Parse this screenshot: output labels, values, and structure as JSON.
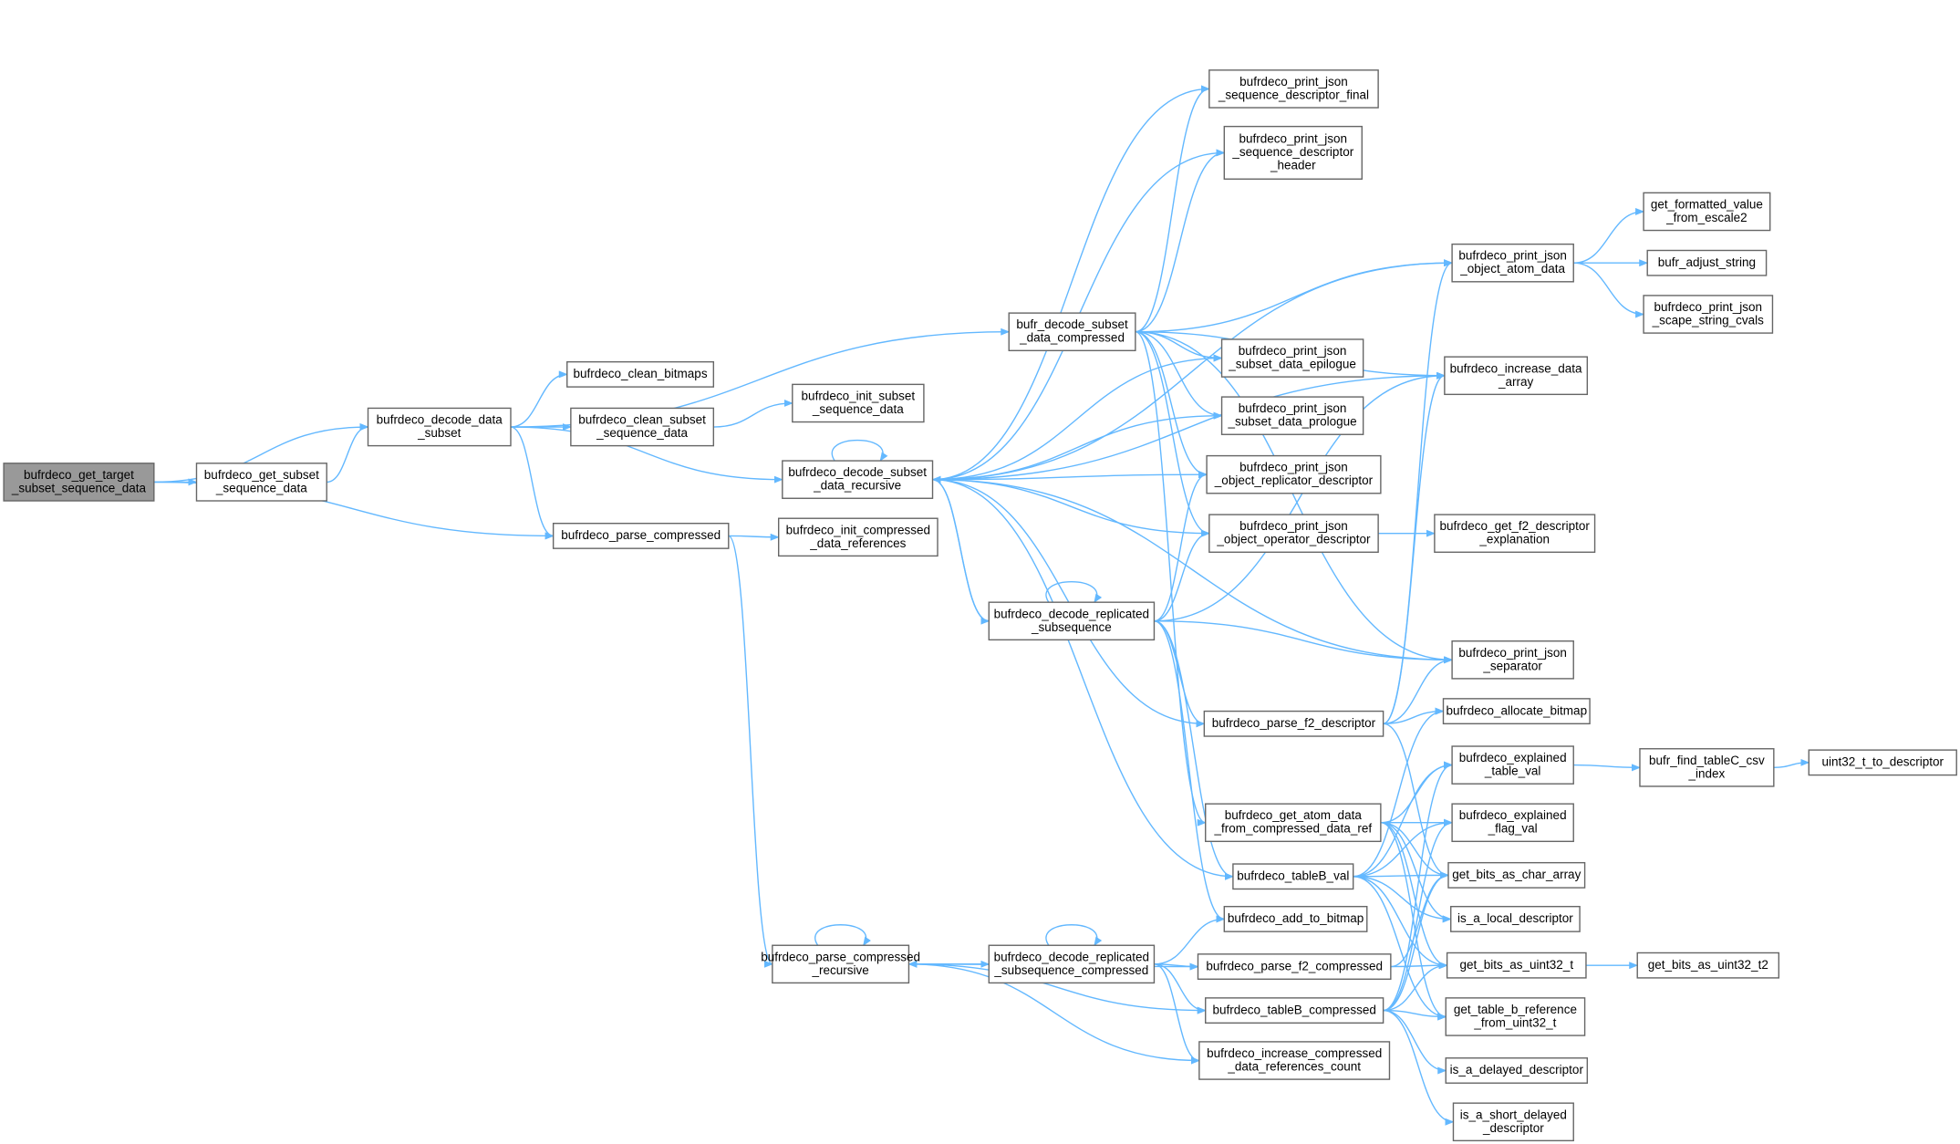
{
  "colors": {
    "edge": "#63b8ff",
    "node_border": "#666666",
    "root_fill": "#999999",
    "node_fill": "#ffffff"
  },
  "nodes": [
    {
      "id": "root",
      "lines": [
        "bufrdeco_get_target",
        "_subset_sequence_data"
      ],
      "root": true
    },
    {
      "id": "get_subset_seq",
      "lines": [
        "bufrdeco_get_subset",
        "_sequence_data"
      ]
    },
    {
      "id": "decode_data_subset",
      "lines": [
        "bufrdeco_decode_data",
        "_subset"
      ]
    },
    {
      "id": "clean_bitmaps",
      "lines": [
        "bufrdeco_clean_bitmaps"
      ]
    },
    {
      "id": "clean_subset_seq",
      "lines": [
        "bufrdeco_clean_subset",
        "_sequence_data"
      ]
    },
    {
      "id": "init_subset_seq",
      "lines": [
        "bufrdeco_init_subset",
        "_sequence_data"
      ]
    },
    {
      "id": "parse_compressed",
      "lines": [
        "bufrdeco_parse_compressed"
      ]
    },
    {
      "id": "init_compressed_refs",
      "lines": [
        "bufrdeco_init_compressed",
        "_data_references"
      ]
    },
    {
      "id": "decode_subset_compressed",
      "lines": [
        "bufr_decode_subset",
        "_data_compressed"
      ]
    },
    {
      "id": "decode_subset_recursive",
      "lines": [
        "bufrdeco_decode_subset",
        "_data_recursive"
      ]
    },
    {
      "id": "decode_replicated",
      "lines": [
        "bufrdeco_decode_replicated",
        "_subsequence"
      ]
    },
    {
      "id": "parse_compressed_recursive",
      "lines": [
        "bufrdeco_parse_compressed",
        "_recursive"
      ]
    },
    {
      "id": "decode_replicated_compressed",
      "lines": [
        "bufrdeco_decode_replicated",
        "_subsequence_compressed"
      ]
    },
    {
      "id": "pj_seq_final",
      "lines": [
        "bufrdeco_print_json",
        "_sequence_descriptor_final"
      ]
    },
    {
      "id": "pj_seq_header",
      "lines": [
        "bufrdeco_print_json",
        "_sequence_descriptor",
        "_header"
      ]
    },
    {
      "id": "pj_epilogue",
      "lines": [
        "bufrdeco_print_json",
        "_subset_data_epilogue"
      ]
    },
    {
      "id": "pj_prologue",
      "lines": [
        "bufrdeco_print_json",
        "_subset_data_prologue"
      ]
    },
    {
      "id": "pj_replicator",
      "lines": [
        "bufrdeco_print_json",
        "_object_replicator_descriptor"
      ]
    },
    {
      "id": "pj_operator",
      "lines": [
        "bufrdeco_print_json",
        "_object_operator_descriptor"
      ]
    },
    {
      "id": "parse_f2",
      "lines": [
        "bufrdeco_parse_f2_descriptor"
      ]
    },
    {
      "id": "get_atom_compressed",
      "lines": [
        "bufrdeco_get_atom_data",
        "_from_compressed_data_ref"
      ]
    },
    {
      "id": "tableB_val",
      "lines": [
        "bufrdeco_tableB_val"
      ]
    },
    {
      "id": "add_to_bitmap",
      "lines": [
        "bufrdeco_add_to_bitmap"
      ]
    },
    {
      "id": "parse_f2_compressed",
      "lines": [
        "bufrdeco_parse_f2_compressed"
      ]
    },
    {
      "id": "tableB_compressed",
      "lines": [
        "bufrdeco_tableB_compressed"
      ]
    },
    {
      "id": "inc_compressed_refs",
      "lines": [
        "bufrdeco_increase_compressed",
        "_data_references_count"
      ]
    },
    {
      "id": "pj_atom",
      "lines": [
        "bufrdeco_print_json",
        "_object_atom_data"
      ]
    },
    {
      "id": "inc_data_array",
      "lines": [
        "bufrdeco_increase_data",
        "_array"
      ]
    },
    {
      "id": "get_f2_expl",
      "lines": [
        "bufrdeco_get_f2_descriptor",
        "_explanation"
      ]
    },
    {
      "id": "pj_separator",
      "lines": [
        "bufrdeco_print_json",
        "_separator"
      ]
    },
    {
      "id": "allocate_bitmap",
      "lines": [
        "bufrdeco_allocate_bitmap"
      ]
    },
    {
      "id": "explained_table",
      "lines": [
        "bufrdeco_explained",
        "_table_val"
      ]
    },
    {
      "id": "explained_flag",
      "lines": [
        "bufrdeco_explained",
        "_flag_val"
      ]
    },
    {
      "id": "bits_char_array",
      "lines": [
        "get_bits_as_char_array"
      ]
    },
    {
      "id": "is_local",
      "lines": [
        "is_a_local_descriptor"
      ]
    },
    {
      "id": "bits_uint32",
      "lines": [
        "get_bits_as_uint32_t"
      ]
    },
    {
      "id": "table_b_ref",
      "lines": [
        "get_table_b_reference",
        "_from_uint32_t"
      ]
    },
    {
      "id": "is_delayed",
      "lines": [
        "is_a_delayed_descriptor"
      ]
    },
    {
      "id": "is_short_delayed",
      "lines": [
        "is_a_short_delayed",
        "_descriptor"
      ]
    },
    {
      "id": "formatted_escale2",
      "lines": [
        "get_formatted_value",
        "_from_escale2"
      ]
    },
    {
      "id": "adjust_string",
      "lines": [
        "bufr_adjust_string"
      ]
    },
    {
      "id": "scape_string",
      "lines": [
        "bufrdeco_print_json",
        "_scape_string_cvals"
      ]
    },
    {
      "id": "find_tableC",
      "lines": [
        "bufr_find_tableC_csv",
        "_index"
      ]
    },
    {
      "id": "uint32_to_desc",
      "lines": [
        "uint32_t_to_descriptor"
      ]
    },
    {
      "id": "bits_uint32_t2",
      "lines": [
        "get_bits_as_uint32_t2"
      ]
    }
  ],
  "edges": [
    [
      "root",
      "get_subset_seq"
    ],
    [
      "root",
      "decode_data_subset"
    ],
    [
      "root",
      "parse_compressed"
    ],
    [
      "get_subset_seq",
      "decode_data_subset"
    ],
    [
      "decode_data_subset",
      "clean_bitmaps"
    ],
    [
      "decode_data_subset",
      "clean_subset_seq"
    ],
    [
      "decode_data_subset",
      "decode_subset_compressed"
    ],
    [
      "decode_data_subset",
      "decode_subset_recursive"
    ],
    [
      "decode_data_subset",
      "parse_compressed"
    ],
    [
      "clean_subset_seq",
      "init_subset_seq"
    ],
    [
      "parse_compressed",
      "init_compressed_refs"
    ],
    [
      "parse_compressed",
      "parse_compressed_recursive"
    ],
    [
      "decode_subset_compressed",
      "pj_seq_final"
    ],
    [
      "decode_subset_compressed",
      "pj_seq_header"
    ],
    [
      "decode_subset_compressed",
      "pj_atom"
    ],
    [
      "decode_subset_compressed",
      "pj_epilogue"
    ],
    [
      "decode_subset_compressed",
      "pj_prologue"
    ],
    [
      "decode_subset_compressed",
      "pj_replicator"
    ],
    [
      "decode_subset_compressed",
      "pj_operator"
    ],
    [
      "decode_subset_compressed",
      "inc_data_array"
    ],
    [
      "decode_subset_compressed",
      "pj_separator"
    ],
    [
      "decode_subset_compressed",
      "get_atom_compressed"
    ],
    [
      "decode_subset_recursive",
      "decode_subset_recursive"
    ],
    [
      "decode_subset_recursive",
      "pj_seq_final"
    ],
    [
      "decode_subset_recursive",
      "pj_seq_header"
    ],
    [
      "decode_subset_recursive",
      "pj_atom"
    ],
    [
      "decode_subset_recursive",
      "inc_data_array"
    ],
    [
      "decode_subset_recursive",
      "pj_epilogue"
    ],
    [
      "decode_subset_recursive",
      "pj_prologue"
    ],
    [
      "decode_subset_recursive",
      "pj_replicator"
    ],
    [
      "decode_subset_recursive",
      "pj_operator"
    ],
    [
      "decode_subset_recursive",
      "decode_replicated"
    ],
    [
      "decode_subset_recursive",
      "parse_f2"
    ],
    [
      "decode_subset_recursive",
      "pj_separator"
    ],
    [
      "decode_subset_recursive",
      "tableB_val"
    ],
    [
      "decode_replicated",
      "decode_replicated"
    ],
    [
      "decode_replicated",
      "decode_subset_recursive"
    ],
    [
      "decode_replicated",
      "pj_replicator"
    ],
    [
      "decode_replicated",
      "pj_operator"
    ],
    [
      "decode_replicated",
      "inc_data_array"
    ],
    [
      "decode_replicated",
      "pj_separator"
    ],
    [
      "decode_replicated",
      "parse_f2"
    ],
    [
      "decode_replicated",
      "tableB_val"
    ],
    [
      "decode_replicated",
      "add_to_bitmap"
    ],
    [
      "parse_f2",
      "pj_atom"
    ],
    [
      "parse_f2",
      "inc_data_array"
    ],
    [
      "parse_f2",
      "pj_separator"
    ],
    [
      "parse_f2",
      "allocate_bitmap"
    ],
    [
      "parse_f2",
      "bits_char_array"
    ],
    [
      "pj_operator",
      "get_f2_expl"
    ],
    [
      "get_atom_compressed",
      "explained_table"
    ],
    [
      "get_atom_compressed",
      "explained_flag"
    ],
    [
      "get_atom_compressed",
      "bits_char_array"
    ],
    [
      "get_atom_compressed",
      "is_local"
    ],
    [
      "get_atom_compressed",
      "bits_uint32"
    ],
    [
      "get_atom_compressed",
      "table_b_ref"
    ],
    [
      "tableB_val",
      "allocate_bitmap"
    ],
    [
      "tableB_val",
      "explained_table"
    ],
    [
      "tableB_val",
      "explained_flag"
    ],
    [
      "tableB_val",
      "bits_char_array"
    ],
    [
      "tableB_val",
      "is_local"
    ],
    [
      "tableB_val",
      "bits_uint32"
    ],
    [
      "tableB_val",
      "table_b_ref"
    ],
    [
      "parse_compressed_recursive",
      "parse_compressed_recursive"
    ],
    [
      "parse_compressed_recursive",
      "decode_replicated_compressed"
    ],
    [
      "parse_compressed_recursive",
      "parse_f2_compressed"
    ],
    [
      "parse_compressed_recursive",
      "tableB_compressed"
    ],
    [
      "parse_compressed_recursive",
      "inc_compressed_refs"
    ],
    [
      "decode_replicated_compressed",
      "decode_replicated_compressed"
    ],
    [
      "decode_replicated_compressed",
      "parse_compressed_recursive"
    ],
    [
      "decode_replicated_compressed",
      "add_to_bitmap"
    ],
    [
      "decode_replicated_compressed",
      "parse_f2_compressed"
    ],
    [
      "decode_replicated_compressed",
      "tableB_compressed"
    ],
    [
      "decode_replicated_compressed",
      "inc_compressed_refs"
    ],
    [
      "parse_f2_compressed",
      "bits_char_array"
    ],
    [
      "parse_f2_compressed",
      "bits_uint32"
    ],
    [
      "tableB_compressed",
      "explained_table"
    ],
    [
      "tableB_compressed",
      "explained_flag"
    ],
    [
      "tableB_compressed",
      "bits_char_array"
    ],
    [
      "tableB_compressed",
      "bits_uint32"
    ],
    [
      "tableB_compressed",
      "table_b_ref"
    ],
    [
      "tableB_compressed",
      "is_delayed"
    ],
    [
      "tableB_compressed",
      "is_short_delayed"
    ],
    [
      "pj_atom",
      "formatted_escale2"
    ],
    [
      "pj_atom",
      "adjust_string"
    ],
    [
      "pj_atom",
      "scape_string"
    ],
    [
      "explained_table",
      "find_tableC"
    ],
    [
      "find_tableC",
      "uint32_to_desc"
    ],
    [
      "bits_uint32",
      "bits_uint32_t2"
    ]
  ]
}
